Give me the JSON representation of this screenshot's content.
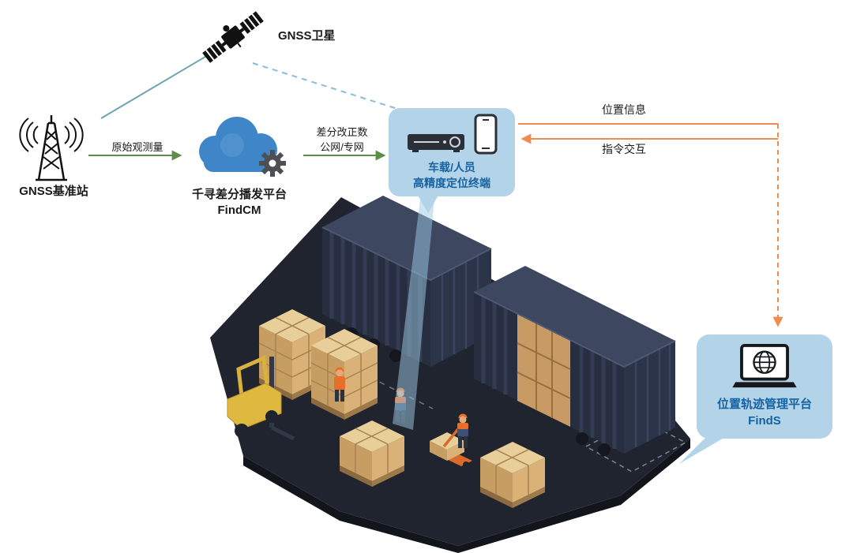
{
  "diagram": {
    "satellite": {
      "label": "GNSS卫星"
    },
    "base_station": {
      "label": "GNSS基准站"
    },
    "cloud_platform": {
      "name": "千寻差分播发平台",
      "product": "FindCM"
    },
    "terminal": {
      "line1": "车载/人员",
      "line2": "高精度定位终端"
    },
    "management_platform": {
      "name": "位置轨迹管理平台",
      "product": "FindS"
    },
    "flows": {
      "raw_observation": "原始观测量",
      "correction_line1": "差分改正数",
      "correction_line2": "公网/专网",
      "position_info": "位置信息",
      "command_interaction": "指令交互"
    }
  },
  "colors": {
    "bubble_fill": "#b2d3e8",
    "platform_text": "#1563a2",
    "flow_orange": "#ee8b50",
    "flow_green": "#5f8c4a",
    "satellite_link_teal": "#6fa3b0",
    "cloud_blue": "#3e86c8",
    "container_navy": "#272e40",
    "box_tan": "#dab277",
    "forklift_yellow": "#dfb93f"
  }
}
